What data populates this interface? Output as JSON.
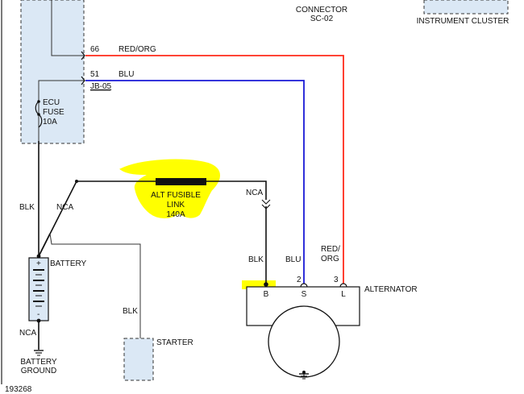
{
  "labels": {
    "connector_title": "CONNECTOR",
    "connector_id": "SC-02",
    "instrument_cluster": "INSTRUMENT CLUSTER",
    "pin_66": "66",
    "pin_51": "51",
    "jb": "JB-05",
    "wire_red_org": "RED/ORG",
    "wire_blu": "BLU",
    "ecu": "ECU",
    "fuse": "FUSE",
    "fuse_rating": "10A",
    "blk_left": "BLK",
    "nca_left": "NCA",
    "fusible_1": "ALT FUSIBLE",
    "fusible_2": "LINK",
    "fusible_3": "140A",
    "nca_alt": "NCA",
    "blk_alt": "BLK",
    "blu_alt": "BLU",
    "red_1": "RED/",
    "red_2": "ORG",
    "pin_2": "2",
    "pin_3": "3",
    "term_b": "B",
    "term_s": "S",
    "term_l": "L",
    "alternator": "ALTERNATOR",
    "battery": "BATTERY",
    "batt_plus": "+",
    "batt_minus": "-",
    "nca_ground": "NCA",
    "ground_1": "BATTERY",
    "ground_2": "GROUND",
    "blk_starter": "BLK",
    "starter": "STARTER",
    "figure_number": "193268"
  },
  "colors": {
    "red_org_wire": "#ff2a1a",
    "blu_wire": "#1a1ad6",
    "highlight": "#ffff00",
    "component_fill": "#dbe8f5"
  }
}
